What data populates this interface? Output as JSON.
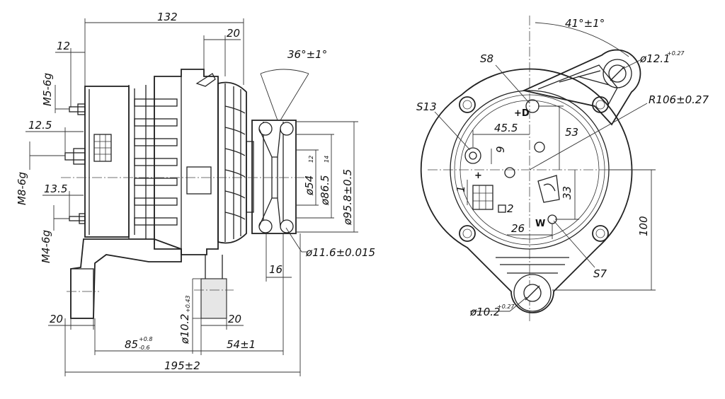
{
  "side_view": {
    "dims": {
      "d132": "132",
      "d20_top": "20",
      "d12": "12",
      "d12_5": "12.5",
      "d13_5": "13.5",
      "m5": "M5-6g",
      "m8": "M8-6g",
      "m4": "M4-6g",
      "angle36": "36°±1°",
      "d54": "ø54",
      "d54_tol": "12",
      "d86": "ø86.5",
      "d86_tol": "14",
      "d95": "ø95.8±0.5",
      "d116": "ø11.6±0.015",
      "d16": "16",
      "d10_2": "ø10.2",
      "d10_2_tol": "+0.43",
      "d20_bot_l": "20",
      "d20_bot_r": "20",
      "d85": "85",
      "d85_up": "+0.8",
      "d85_lo": "-0.6",
      "d54pm": "54±1",
      "d195": "195±2"
    }
  },
  "end_view": {
    "labels": {
      "angle41": "41°±1°",
      "s8": "S8",
      "s13": "S13",
      "s7": "S7",
      "d12_1": "ø12.1",
      "d12_1_tol": "+0.27",
      "r106": "R106±0.27",
      "d45_5": "45.5",
      "d53": "53",
      "d9": "9",
      "d1": "1",
      "d33": "33",
      "d2": "2",
      "d26": "26",
      "d100": "100",
      "d10_2": "ø10.2",
      "d10_2_tol": "+0.27",
      "term_d": "+D",
      "term_w": "W",
      "term_plus": "+"
    }
  }
}
